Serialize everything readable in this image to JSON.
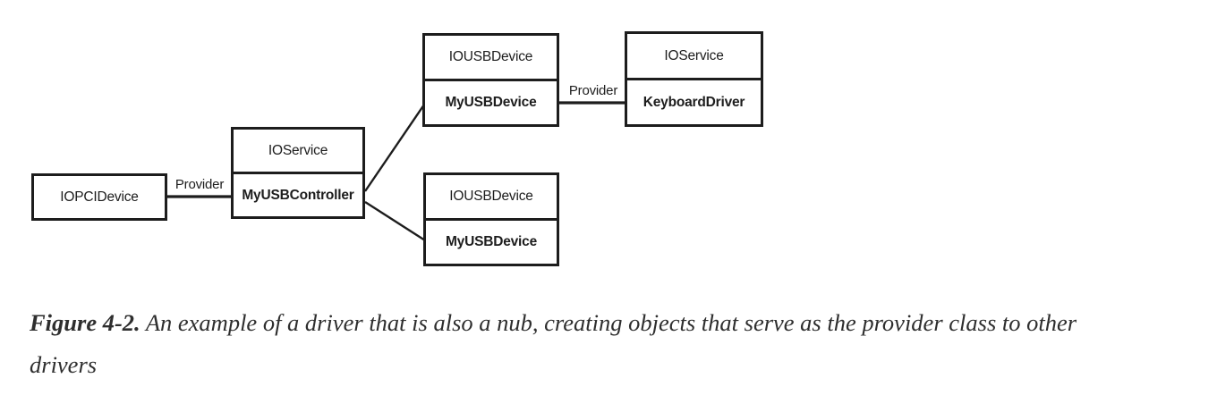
{
  "diagram": {
    "nodes": {
      "pci": {
        "class_name": "IOPCIDevice"
      },
      "controller": {
        "parent_class": "IOService",
        "driver_class": "MyUSBController"
      },
      "usb_device_1": {
        "parent_class": "IOUSBDevice",
        "driver_class": "MyUSBDevice"
      },
      "keyboard": {
        "parent_class": "IOService",
        "driver_class": "KeyboardDriver"
      },
      "usb_device_2": {
        "parent_class": "IOUSBDevice",
        "driver_class": "MyUSBDevice"
      }
    },
    "edge_labels": {
      "pci_to_controller": "Provider",
      "usb_to_keyboard": "Provider"
    },
    "line_color": "#1d1d1d"
  },
  "caption": {
    "label": "Figure 4-2.",
    "line1": "An example of a driver that is also a nub, creating objects that serve as the provider class to other",
    "line2": "drivers"
  }
}
